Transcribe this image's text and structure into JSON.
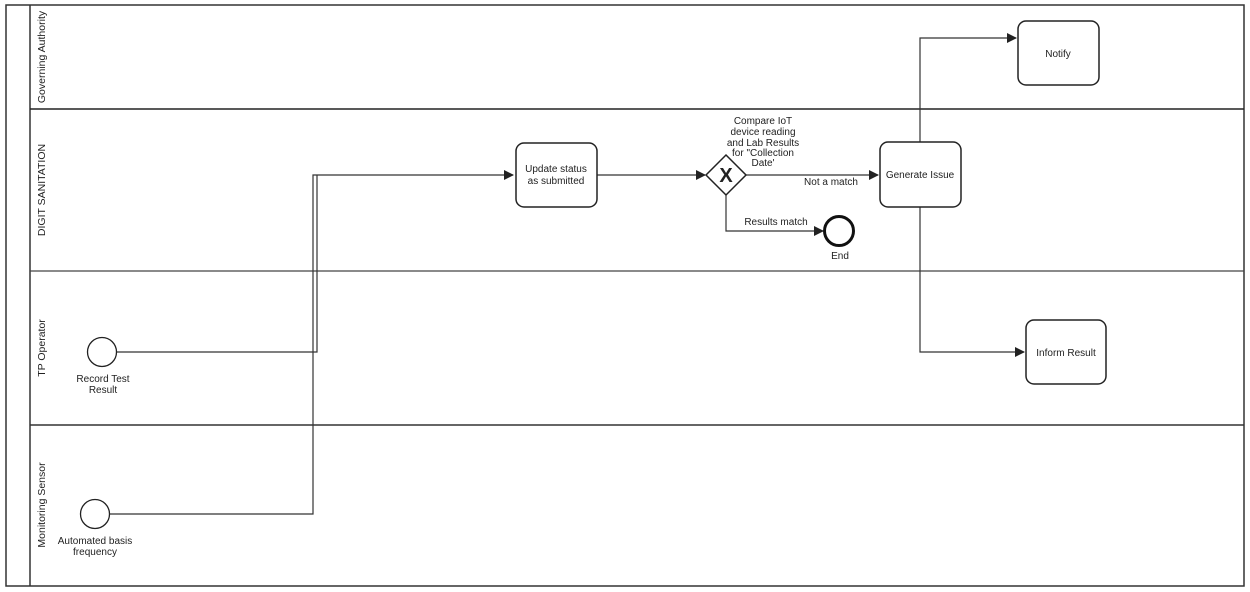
{
  "diagram": {
    "type": "bpmn-swimlane",
    "lanes": [
      {
        "id": "governing",
        "label": "Governing Authority"
      },
      {
        "id": "digit",
        "label": "DIGIT SANITATION"
      },
      {
        "id": "tp",
        "label": "TP Operator"
      },
      {
        "id": "sensor",
        "label": "Monitoring Sensor"
      }
    ],
    "events": {
      "record_test": {
        "label_lines": [
          "Record Test",
          "Result"
        ],
        "kind": "start"
      },
      "automated": {
        "label_lines": [
          "Automated basis",
          "frequency"
        ],
        "kind": "start"
      },
      "end": {
        "label": "End",
        "kind": "end"
      }
    },
    "tasks": {
      "update_status": {
        "label_lines": [
          "Update status",
          "as submitted"
        ]
      },
      "generate_issue": {
        "label": "Generate Issue"
      },
      "notify": {
        "label": "Notify"
      },
      "inform_result": {
        "label": "Inform Result"
      }
    },
    "gateway": {
      "kind": "exclusive",
      "symbol": "X",
      "label_lines": [
        "Compare IoT",
        "device reading",
        "and Lab Results",
        "for \"Collection",
        "Date'"
      ]
    },
    "flows": {
      "not_match": "Not a match",
      "results_match": "Results match"
    }
  }
}
